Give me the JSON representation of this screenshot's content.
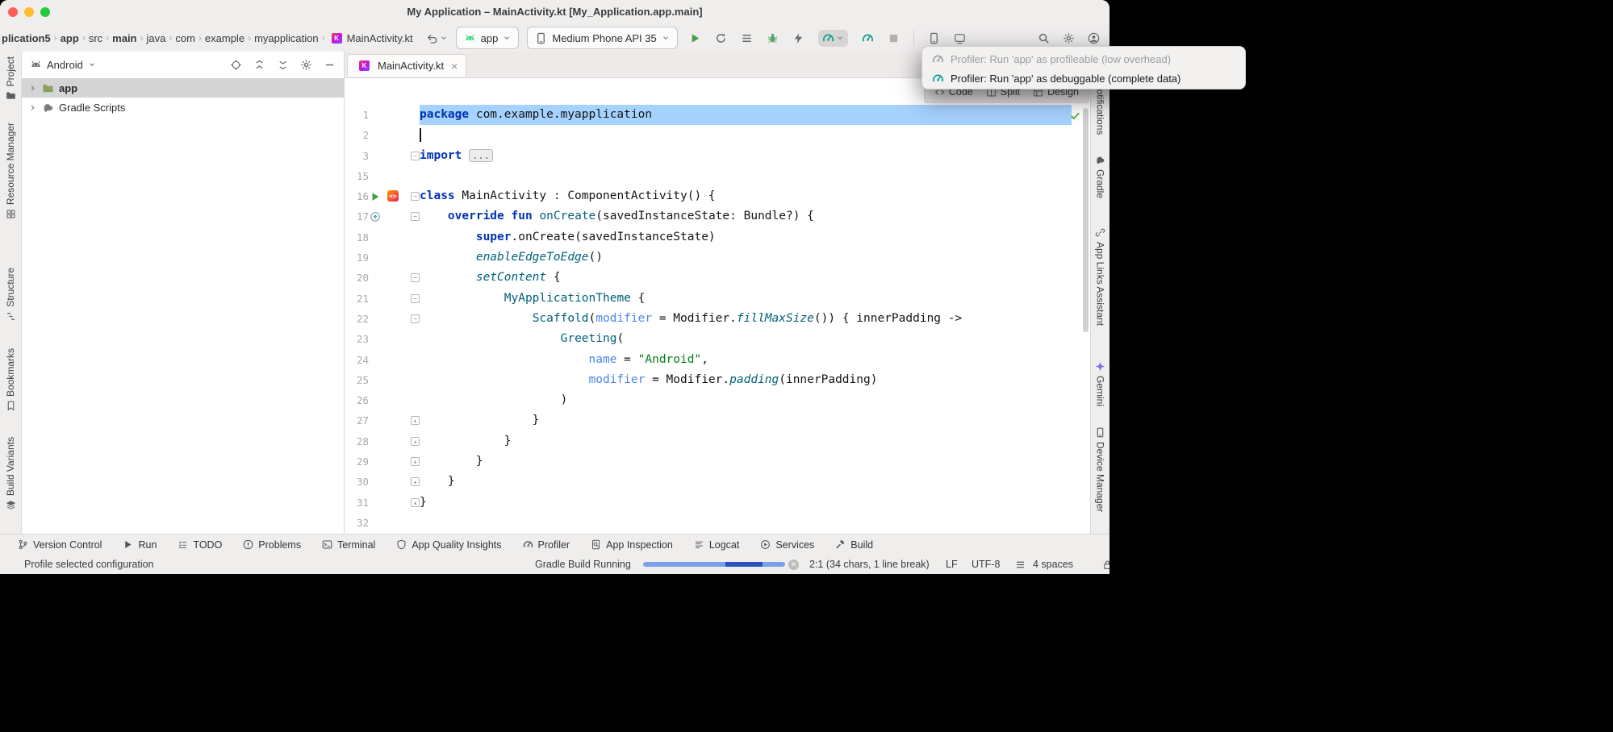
{
  "window_title": "My Application – MainActivity.kt [My_Application.app.main]",
  "toolbar": {
    "breadcrumbs": [
      {
        "label": "plication5"
      },
      {
        "label": "app"
      },
      {
        "label": "src"
      },
      {
        "label": "main"
      },
      {
        "label": "java"
      },
      {
        "label": "com"
      },
      {
        "label": "example"
      },
      {
        "label": "myapplication"
      },
      {
        "label": "MainActivity.kt"
      }
    ],
    "run_config": "app",
    "device": "Medium Phone API 35"
  },
  "profiler_menu": [
    {
      "label": "Profiler: Run 'app' as profileable (low overhead)"
    },
    {
      "label": "Profiler: Run 'app' as debuggable (complete data)"
    }
  ],
  "editor_modes": [
    "Code",
    "Split",
    "Design"
  ],
  "left_stripe": [
    "Project",
    "Resource Manager",
    "Structure",
    "Bookmarks",
    "Build Variants"
  ],
  "right_stripe": [
    "Notifications",
    "Gradle",
    "App Links Assistant",
    "Gemini",
    "Device Manager"
  ],
  "project": {
    "selector": "Android",
    "tree": [
      {
        "label": "app"
      },
      {
        "label": "Gradle Scripts"
      }
    ]
  },
  "editor": {
    "tab": "MainActivity.kt",
    "lines": [
      {
        "num": "1",
        "sel": true,
        "tokens": [
          {
            "c": "k",
            "t": "package"
          },
          {
            "c": "p",
            "t": " com.example.myapplication"
          }
        ]
      },
      {
        "num": "2",
        "caret": true,
        "tokens": []
      },
      {
        "num": "3",
        "fold": "m",
        "tokens": [
          {
            "c": "k",
            "t": "import"
          },
          {
            "c": "p",
            "t": " "
          },
          {
            "c": "fold",
            "t": "..."
          }
        ]
      },
      {
        "num": "15",
        "tokens": []
      },
      {
        "num": "16",
        "fold": "m",
        "gutter": [
          "run",
          "compose"
        ],
        "tokens": [
          {
            "c": "k",
            "t": "class"
          },
          {
            "c": "p",
            "t": " MainActivity : ComponentActivity() {"
          }
        ]
      },
      {
        "num": "17",
        "fold": "m",
        "gutter": [
          "override"
        ],
        "tokens": [
          {
            "c": "p",
            "t": "    "
          },
          {
            "c": "k",
            "t": "override"
          },
          {
            "c": "p",
            "t": " "
          },
          {
            "c": "k",
            "t": "fun"
          },
          {
            "c": "p",
            "t": " "
          },
          {
            "c": "f",
            "t": "onCreate"
          },
          {
            "c": "p",
            "t": "(savedInstanceState: Bundle?) {"
          }
        ]
      },
      {
        "num": "18",
        "tokens": [
          {
            "c": "p",
            "t": "        "
          },
          {
            "c": "k",
            "t": "super"
          },
          {
            "c": "p",
            "t": ".onCreate(savedInstanceState)"
          }
        ]
      },
      {
        "num": "19",
        "tokens": [
          {
            "c": "p",
            "t": "        "
          },
          {
            "c": "fi",
            "t": "enableEdgeToEdge"
          },
          {
            "c": "p",
            "t": "()"
          }
        ]
      },
      {
        "num": "20",
        "fold": "m",
        "tokens": [
          {
            "c": "p",
            "t": "        "
          },
          {
            "c": "fi",
            "t": "setContent"
          },
          {
            "c": "p",
            "t": " {"
          }
        ]
      },
      {
        "num": "21",
        "fold": "m",
        "tokens": [
          {
            "c": "p",
            "t": "            "
          },
          {
            "c": "f",
            "t": "MyApplicationTheme"
          },
          {
            "c": "p",
            "t": " {"
          }
        ]
      },
      {
        "num": "22",
        "fold": "m",
        "tokens": [
          {
            "c": "p",
            "t": "                "
          },
          {
            "c": "f",
            "t": "Scaffold"
          },
          {
            "c": "p",
            "t": "("
          },
          {
            "c": "na",
            "t": "modifier"
          },
          {
            "c": "p",
            "t": " = Modifier."
          },
          {
            "c": "fi",
            "t": "fillMaxSize"
          },
          {
            "c": "p",
            "t": "()) { innerPadding ->"
          }
        ]
      },
      {
        "num": "23",
        "tokens": [
          {
            "c": "p",
            "t": "                    "
          },
          {
            "c": "f",
            "t": "Greeting"
          },
          {
            "c": "p",
            "t": "("
          }
        ]
      },
      {
        "num": "24",
        "tokens": [
          {
            "c": "p",
            "t": "                        "
          },
          {
            "c": "na",
            "t": "name"
          },
          {
            "c": "p",
            "t": " = "
          },
          {
            "c": "s",
            "t": "\"Android\""
          },
          {
            "c": "p",
            "t": ","
          }
        ]
      },
      {
        "num": "25",
        "tokens": [
          {
            "c": "p",
            "t": "                        "
          },
          {
            "c": "na",
            "t": "modifier"
          },
          {
            "c": "p",
            "t": " = Modifier."
          },
          {
            "c": "fi",
            "t": "padding"
          },
          {
            "c": "p",
            "t": "(innerPadding)"
          }
        ]
      },
      {
        "num": "26",
        "tokens": [
          {
            "c": "p",
            "t": "                    )"
          }
        ]
      },
      {
        "num": "27",
        "fold": "e",
        "tokens": [
          {
            "c": "p",
            "t": "                }"
          }
        ]
      },
      {
        "num": "28",
        "fold": "e",
        "tokens": [
          {
            "c": "p",
            "t": "            }"
          }
        ]
      },
      {
        "num": "29",
        "fold": "e",
        "tokens": [
          {
            "c": "p",
            "t": "        }"
          }
        ]
      },
      {
        "num": "30",
        "fold": "e",
        "tokens": [
          {
            "c": "p",
            "t": "    }"
          }
        ]
      },
      {
        "num": "31",
        "fold": "e",
        "tokens": [
          {
            "c": "p",
            "t": "}"
          }
        ]
      },
      {
        "num": "32",
        "tokens": []
      }
    ]
  },
  "bottom_bar": [
    "Version Control",
    "Run",
    "TODO",
    "Problems",
    "Terminal",
    "App Quality Insights",
    "Profiler",
    "App Inspection",
    "Logcat",
    "Services",
    "Build"
  ],
  "status": {
    "message": "Profile selected configuration",
    "build": "Gradle Build Running",
    "caret": "2:1 (34 chars, 1 line break)",
    "line_sep": "LF",
    "encoding": "UTF-8",
    "indent": "4 spaces"
  },
  "colors": {
    "selection": "#a6d2ff",
    "run_green": "#3e9e41",
    "profiler_teal": "#0a9c94",
    "keyword": "#0033b3",
    "string": "#067d17"
  }
}
